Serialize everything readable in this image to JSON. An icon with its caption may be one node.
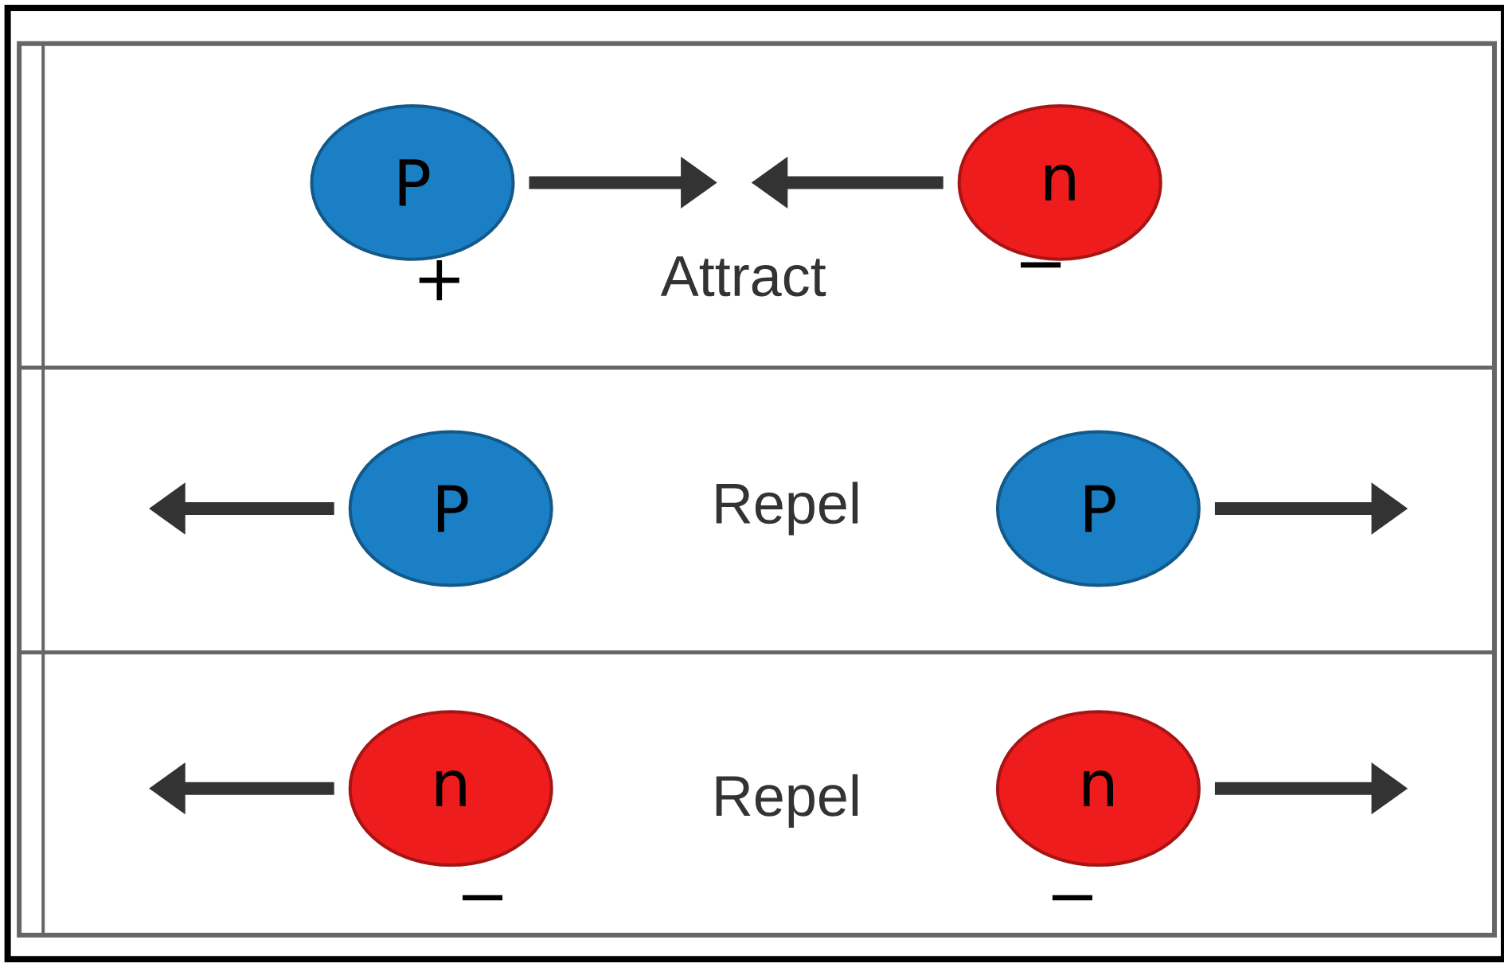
{
  "diagram": {
    "nodes": [
      {
        "text": [
          "P"
        ],
        "beside": [
          "+"
        ]
      },
      {
        "text": [
          "n"
        ],
        "beside": [
          "−"
        ]
      },
      {
        "text": [
          "P"
        ]
      },
      {
        "text": [
          "P"
        ]
      },
      {
        "text": [
          "n"
        ],
        "beside": [
          "−"
        ]
      },
      {
        "text": [
          "n"
        ],
        "beside": [
          "−"
        ]
      }
    ],
    "edges": [
      {
        "from": 0,
        "to": null,
        "arrow": "to"
      },
      {
        "from": 1,
        "to": null,
        "arrow": "to"
      },
      {
        "from": 2,
        "to": null,
        "arrow": "to"
      },
      {
        "from": 3,
        "to": null,
        "arrow": "to"
      },
      {
        "from": 4,
        "to": null,
        "arrow": "to"
      },
      {
        "from": 5,
        "to": null,
        "arrow": "to"
      }
    ],
    "labels": [
      "Attract",
      "Repel",
      "Repel"
    ]
  }
}
